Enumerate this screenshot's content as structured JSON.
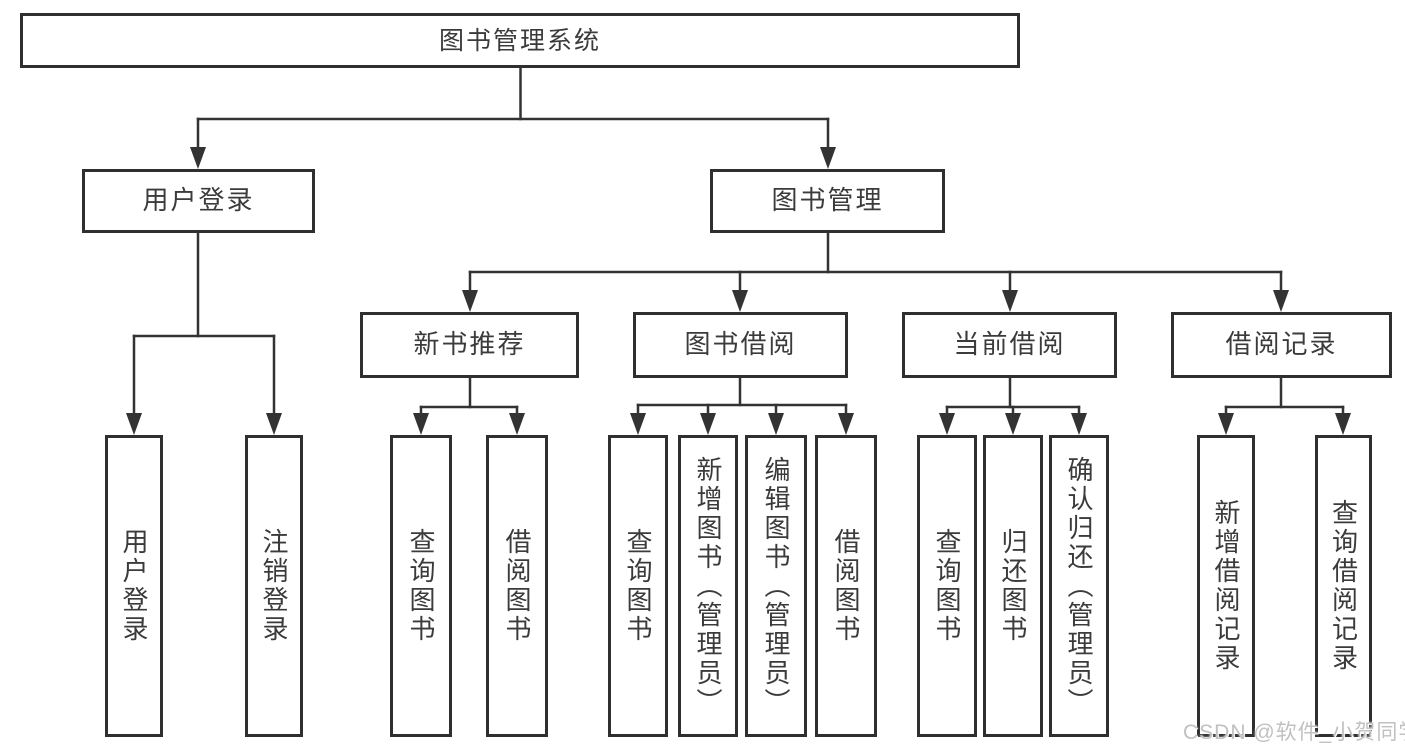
{
  "diagram": {
    "root": "图书管理系统",
    "level2": {
      "user_login": "用户登录",
      "book_mgmt": "图书管理"
    },
    "level3": {
      "new_book_rec": "新书推荐",
      "book_borrow": "图书借阅",
      "current_borrow": "当前借阅",
      "borrow_records": "借阅记录"
    },
    "leaves": {
      "login": "用户登录",
      "logout": "注销登录",
      "rec_query_book": "查询图书",
      "rec_borrow_book": "借阅图书",
      "bb_query_book": "查询图书",
      "bb_add_book": "新增图书（管理员）",
      "bb_edit_book": "编辑图书（管理员）",
      "bb_borrow_book": "借阅图书",
      "cb_query_book": "查询图书",
      "cb_return_book": "归还图书",
      "cb_confirm_return": "确认归还（管理员）",
      "br_add_record": "新增借阅记录",
      "br_query_record": "查询借阅记录"
    }
  },
  "watermark": "CSDN @软件_小贺同学",
  "colors": {
    "line": "#333333",
    "box_border": "#2f2f2f",
    "text": "#3b3b3b",
    "background": "#ffffff",
    "watermark": "#c2c0c0"
  }
}
